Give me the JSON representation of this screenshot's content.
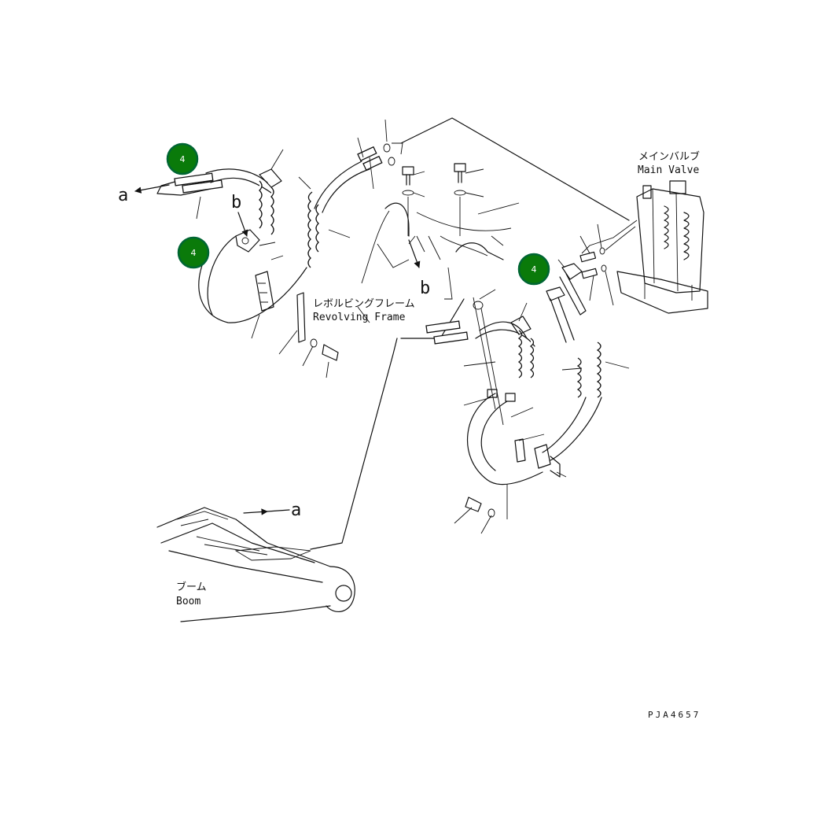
{
  "labels": {
    "main_valve_jp": "メインバルブ",
    "main_valve_en": "Main Valve",
    "revolving_frame_jp": "レボルビングフレーム",
    "revolving_frame_en": "Revolving Frame",
    "boom_jp": "ブーム",
    "boom_en": "Boom",
    "marker_a": "a",
    "marker_b": "b",
    "drawing_code": "PJA4657"
  },
  "callouts": [
    {
      "number": "4"
    },
    {
      "number": "4"
    },
    {
      "number": "4"
    }
  ],
  "colors": {
    "callout_fill": "#0a7a0a",
    "line": "#111111"
  }
}
